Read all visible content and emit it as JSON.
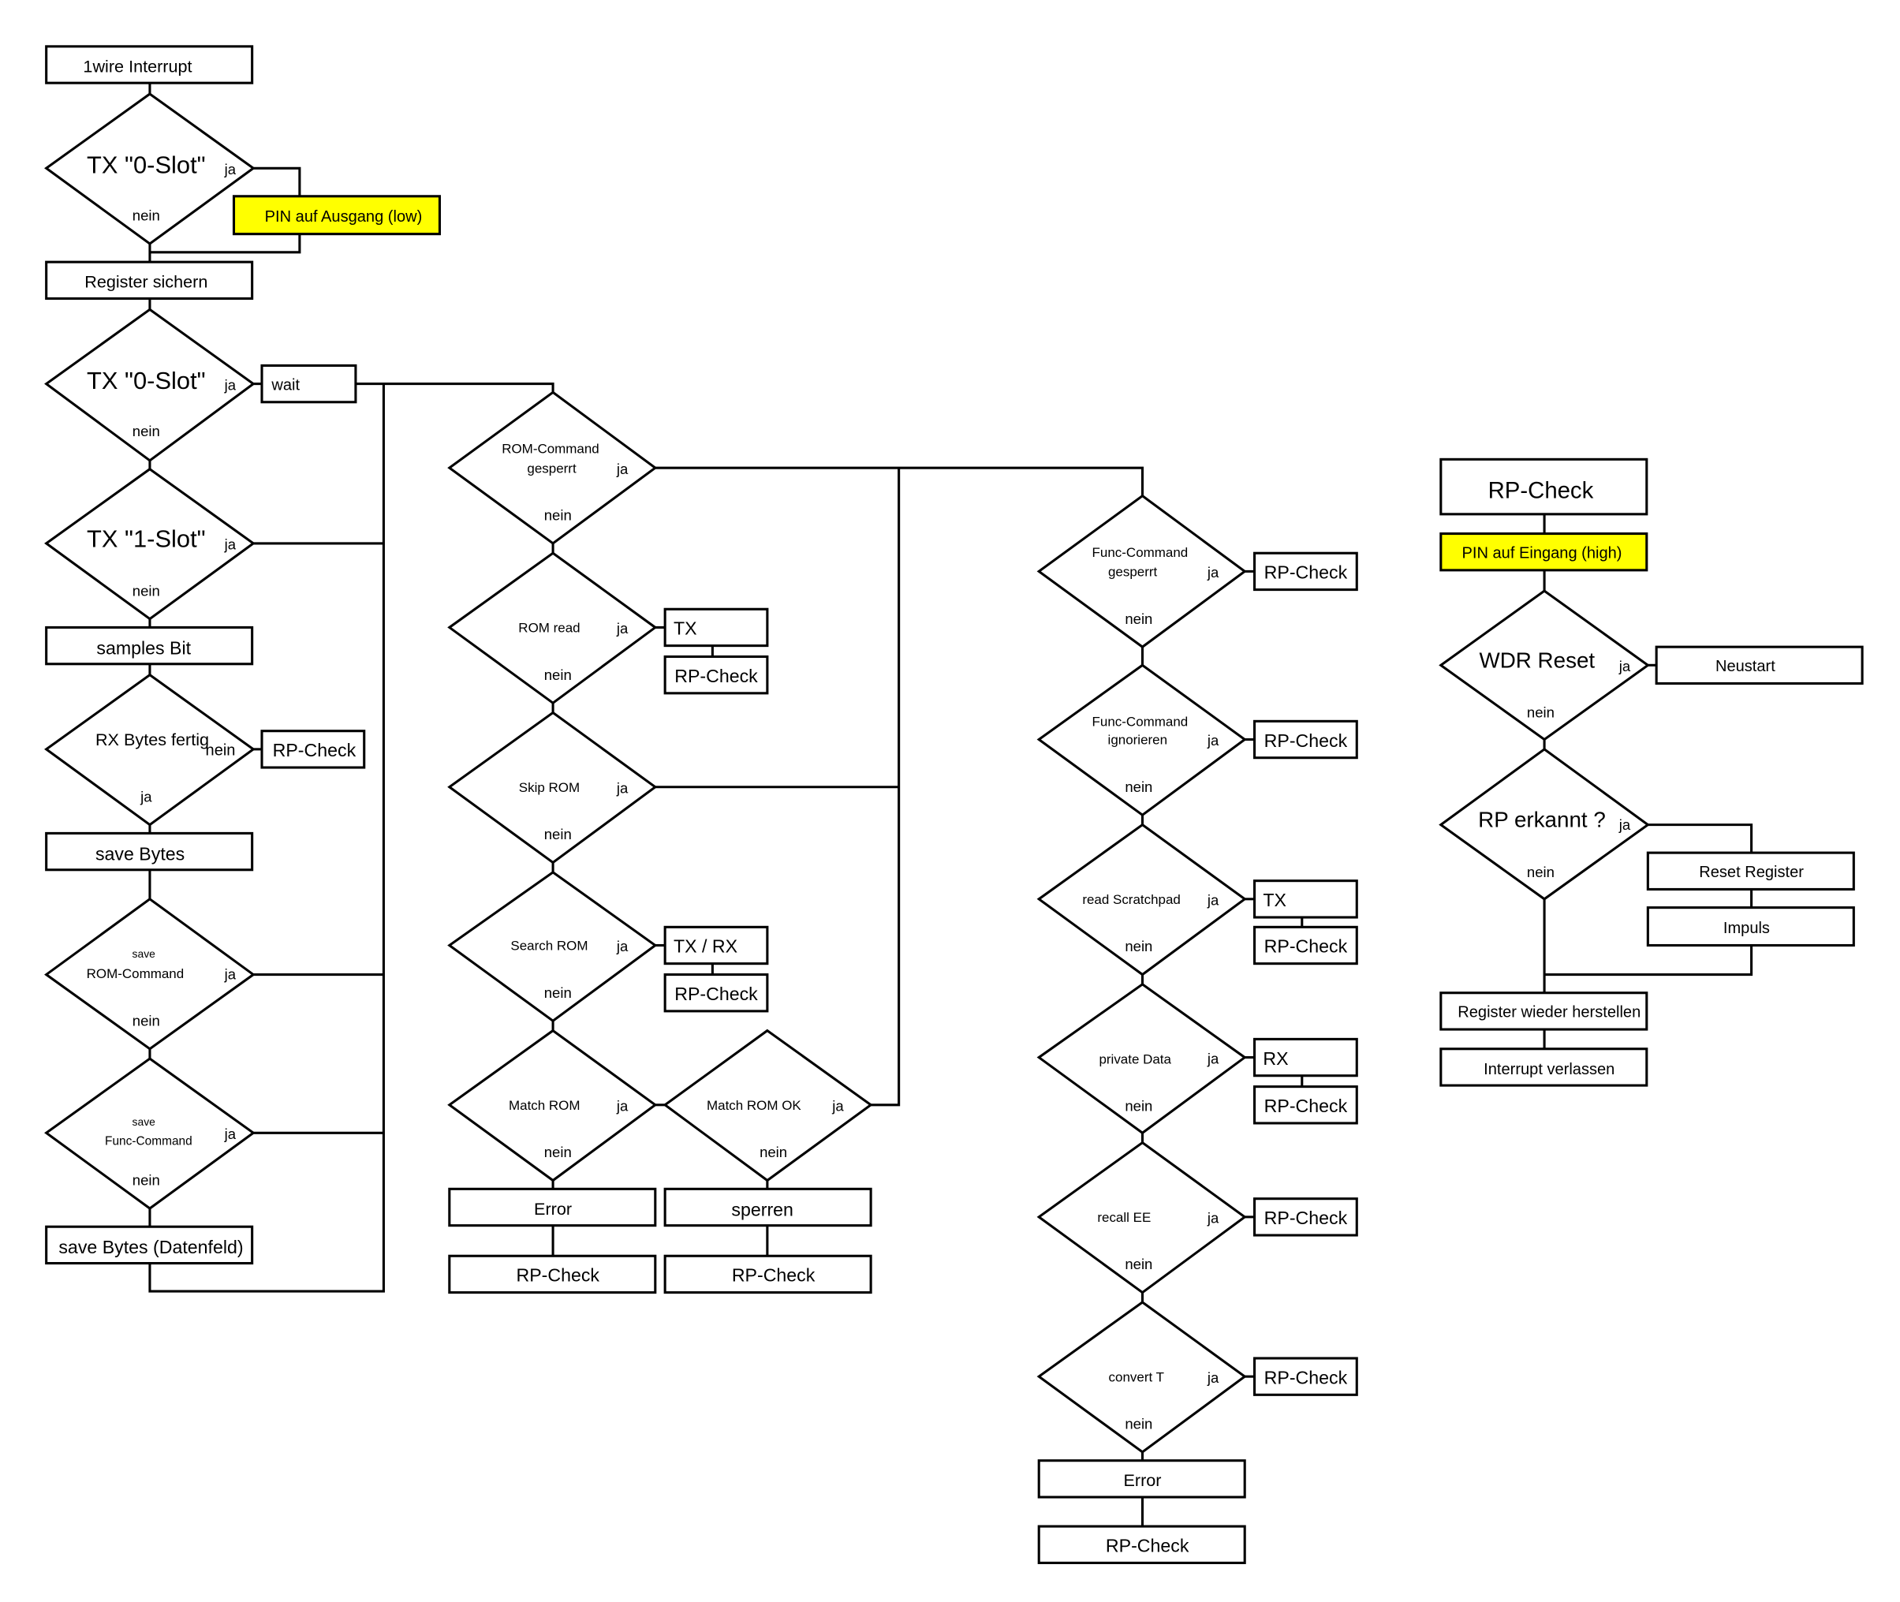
{
  "colors": {
    "highlight": "#ffff00",
    "line": "#000000",
    "background": "#ffffff"
  },
  "lbl": {
    "ja": "ja",
    "nein": "nein"
  },
  "c1": {
    "start": "1wire Interrupt",
    "tx0_a": "TX \"0-Slot\"",
    "pin_low": "PIN auf Ausgang (low)",
    "reg_save": "Register sichern",
    "tx0_b": "TX \"0-Slot\"",
    "wait": "wait",
    "tx1": "TX \"1-Slot\"",
    "samples": "samples Bit",
    "rx_fertig": "RX Bytes fertig",
    "rp_check": "RP-Check",
    "save_bytes": "save Bytes",
    "save_rom_1": "save",
    "save_rom_2": "ROM-Command",
    "save_func_1": "save",
    "save_func_2": "Func-Command",
    "save_daten": "save Bytes (Datenfeld)"
  },
  "c2": {
    "rom_gesperrt_1": "ROM-Command",
    "rom_gesperrt_2": "gesperrt",
    "rom_read": "ROM read",
    "tx": "TX",
    "rp1": "RP-Check",
    "skip_rom": "Skip ROM",
    "search_rom": "Search ROM",
    "txrx": "TX / RX",
    "rp2": "RP-Check",
    "match_rom": "Match ROM",
    "match_ok": "Match ROM OK",
    "error": "Error",
    "sperren": "sperren",
    "rp3": "RP-Check",
    "rp4": "RP-Check"
  },
  "c3": {
    "func_gesperrt_1": "Func-Command",
    "func_gesperrt_2": "gesperrt",
    "rp_a": "RP-Check",
    "func_ign_1": "Func-Command",
    "func_ign_2": "ignorieren",
    "rp_b": "RP-Check",
    "read_scratch": "read Scratchpad",
    "tx": "TX",
    "rp_c": "RP-Check",
    "private_data": "private Data",
    "rx": "RX",
    "rp_d": "RP-Check",
    "recall_ee": "recall EE",
    "rp_e": "RP-Check",
    "convert_t": "convert T",
    "rp_f": "RP-Check",
    "error": "Error",
    "rp_g": "RP-Check"
  },
  "c4": {
    "title": "RP-Check",
    "pin_high": "PIN auf Eingang (high)",
    "wdr_reset": "WDR Reset",
    "neustart": "Neustart",
    "rp_erkannt": "RP erkannt ?",
    "reset_register": "Reset Register",
    "impuls": "Impuls",
    "reg_restore": "Register wieder herstellen",
    "exit": "Interrupt verlassen"
  }
}
